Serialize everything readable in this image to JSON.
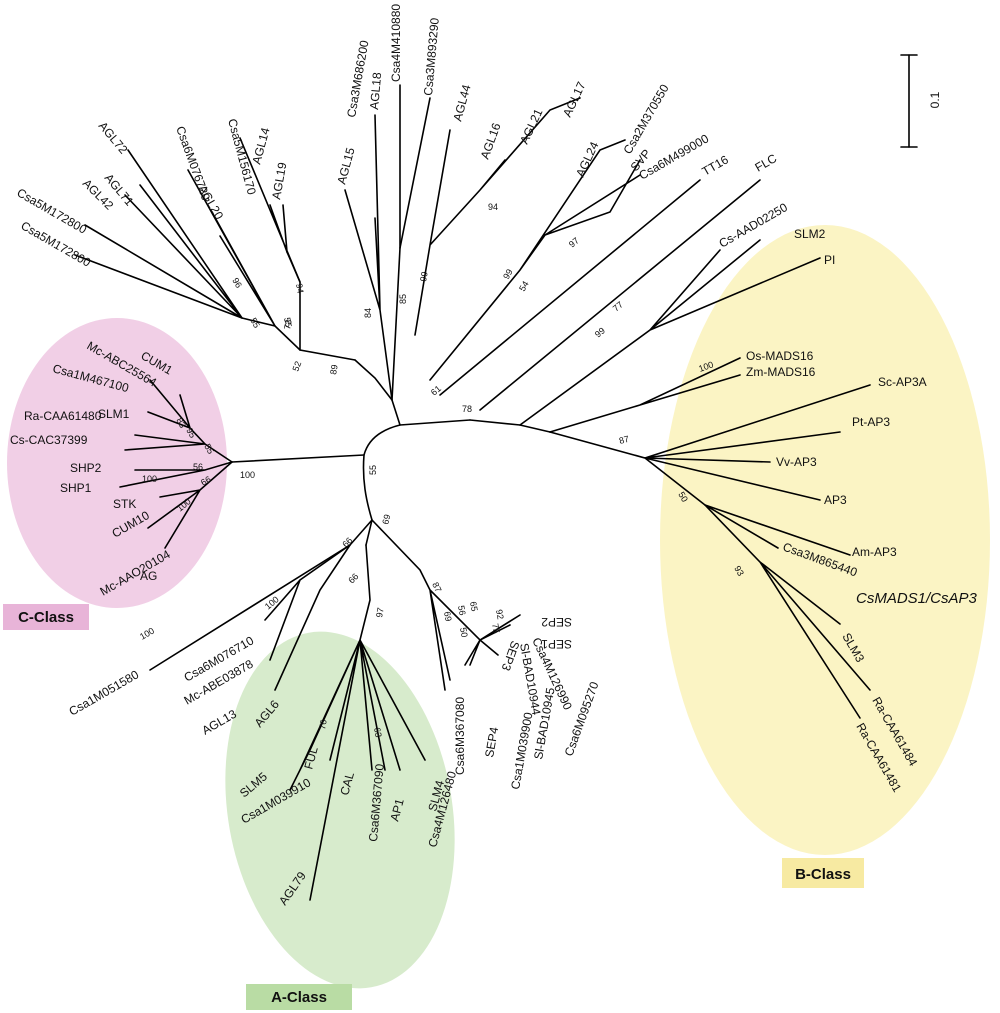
{
  "scale_bar": {
    "value": "0.1"
  },
  "classes": [
    {
      "key": "c",
      "label": "C-Class",
      "color": "#f1cfe6",
      "badge": "#e8b4d8"
    },
    {
      "key": "a",
      "label": "A-Class",
      "color": "#d7ebcc",
      "badge": "#b9dca4"
    },
    {
      "key": "b",
      "label": "B-Class",
      "color": "#fbf4c4",
      "badge": "#f7eaa2"
    }
  ],
  "highlight_color": "#e8262a",
  "gene_labels": [
    "Csa5M172800",
    "Csa5M172800",
    "AGL42",
    "AGL71",
    "AGL72",
    "AGL20",
    "Csa6M076720",
    "Csa5M156170",
    "AGL14",
    "AGL19",
    "AGL15",
    "Csa3M686200",
    "AGL18",
    "Csa4M410880",
    "Csa3M893290",
    "AGL44",
    "AGL16",
    "AGL21",
    "AGL17",
    "AGL24",
    "Csa2M370550",
    "SVP",
    "Csa6M499000",
    "TT16",
    "FLC",
    "Cs-AAD02250",
    "SLM2",
    "PI",
    "Os-MADS16",
    "Zm-MADS16",
    "Sc-AP3A",
    "Pt-AP3",
    "Vv-AP3",
    "AP3",
    "Am-AP3",
    "Csa3M865440",
    "CsMADS1/CsAP3",
    "SLM3",
    "Ra-CAA61484",
    "Ra-CAA61481",
    "CUM1",
    "Mc-ABC25564",
    "Csa1M467100",
    "SLM1",
    "Ra-CAA61480",
    "Cs-CAC37399",
    "SHP2",
    "SHP1",
    "STK",
    "CUM10",
    "Mc-AAO20104",
    "AG",
    "Csa1M051580",
    "Csa6M076710",
    "Mc-ABE03878",
    "AGL13",
    "AGL6",
    "SLM5",
    "Csa1M039910",
    "FUL",
    "CAL",
    "Csa6M367090",
    "AP1",
    "Csa4M126480",
    "SLM4",
    "AGL79",
    "Csa6M367080",
    "SEP4",
    "Csa1M039900",
    "Sl-BAD10945",
    "Csa6M095270",
    "SEP3",
    "Sl-BAD10944",
    "Csa4M126990",
    "SEP1",
    "SEP2"
  ],
  "bootstrap_values": [
    "100",
    "96",
    "55",
    "94",
    "55",
    "73",
    "89",
    "52",
    "84",
    "85",
    "99",
    "94",
    "97",
    "54",
    "99",
    "61",
    "77",
    "99",
    "78",
    "100",
    "87",
    "50",
    "93",
    "83",
    "95",
    "55",
    "56",
    "100",
    "66",
    "100",
    "100",
    "55",
    "69",
    "66",
    "66",
    "100",
    "97",
    "76",
    "63",
    "87",
    "69",
    "50",
    "56",
    "65",
    "92",
    "75"
  ]
}
